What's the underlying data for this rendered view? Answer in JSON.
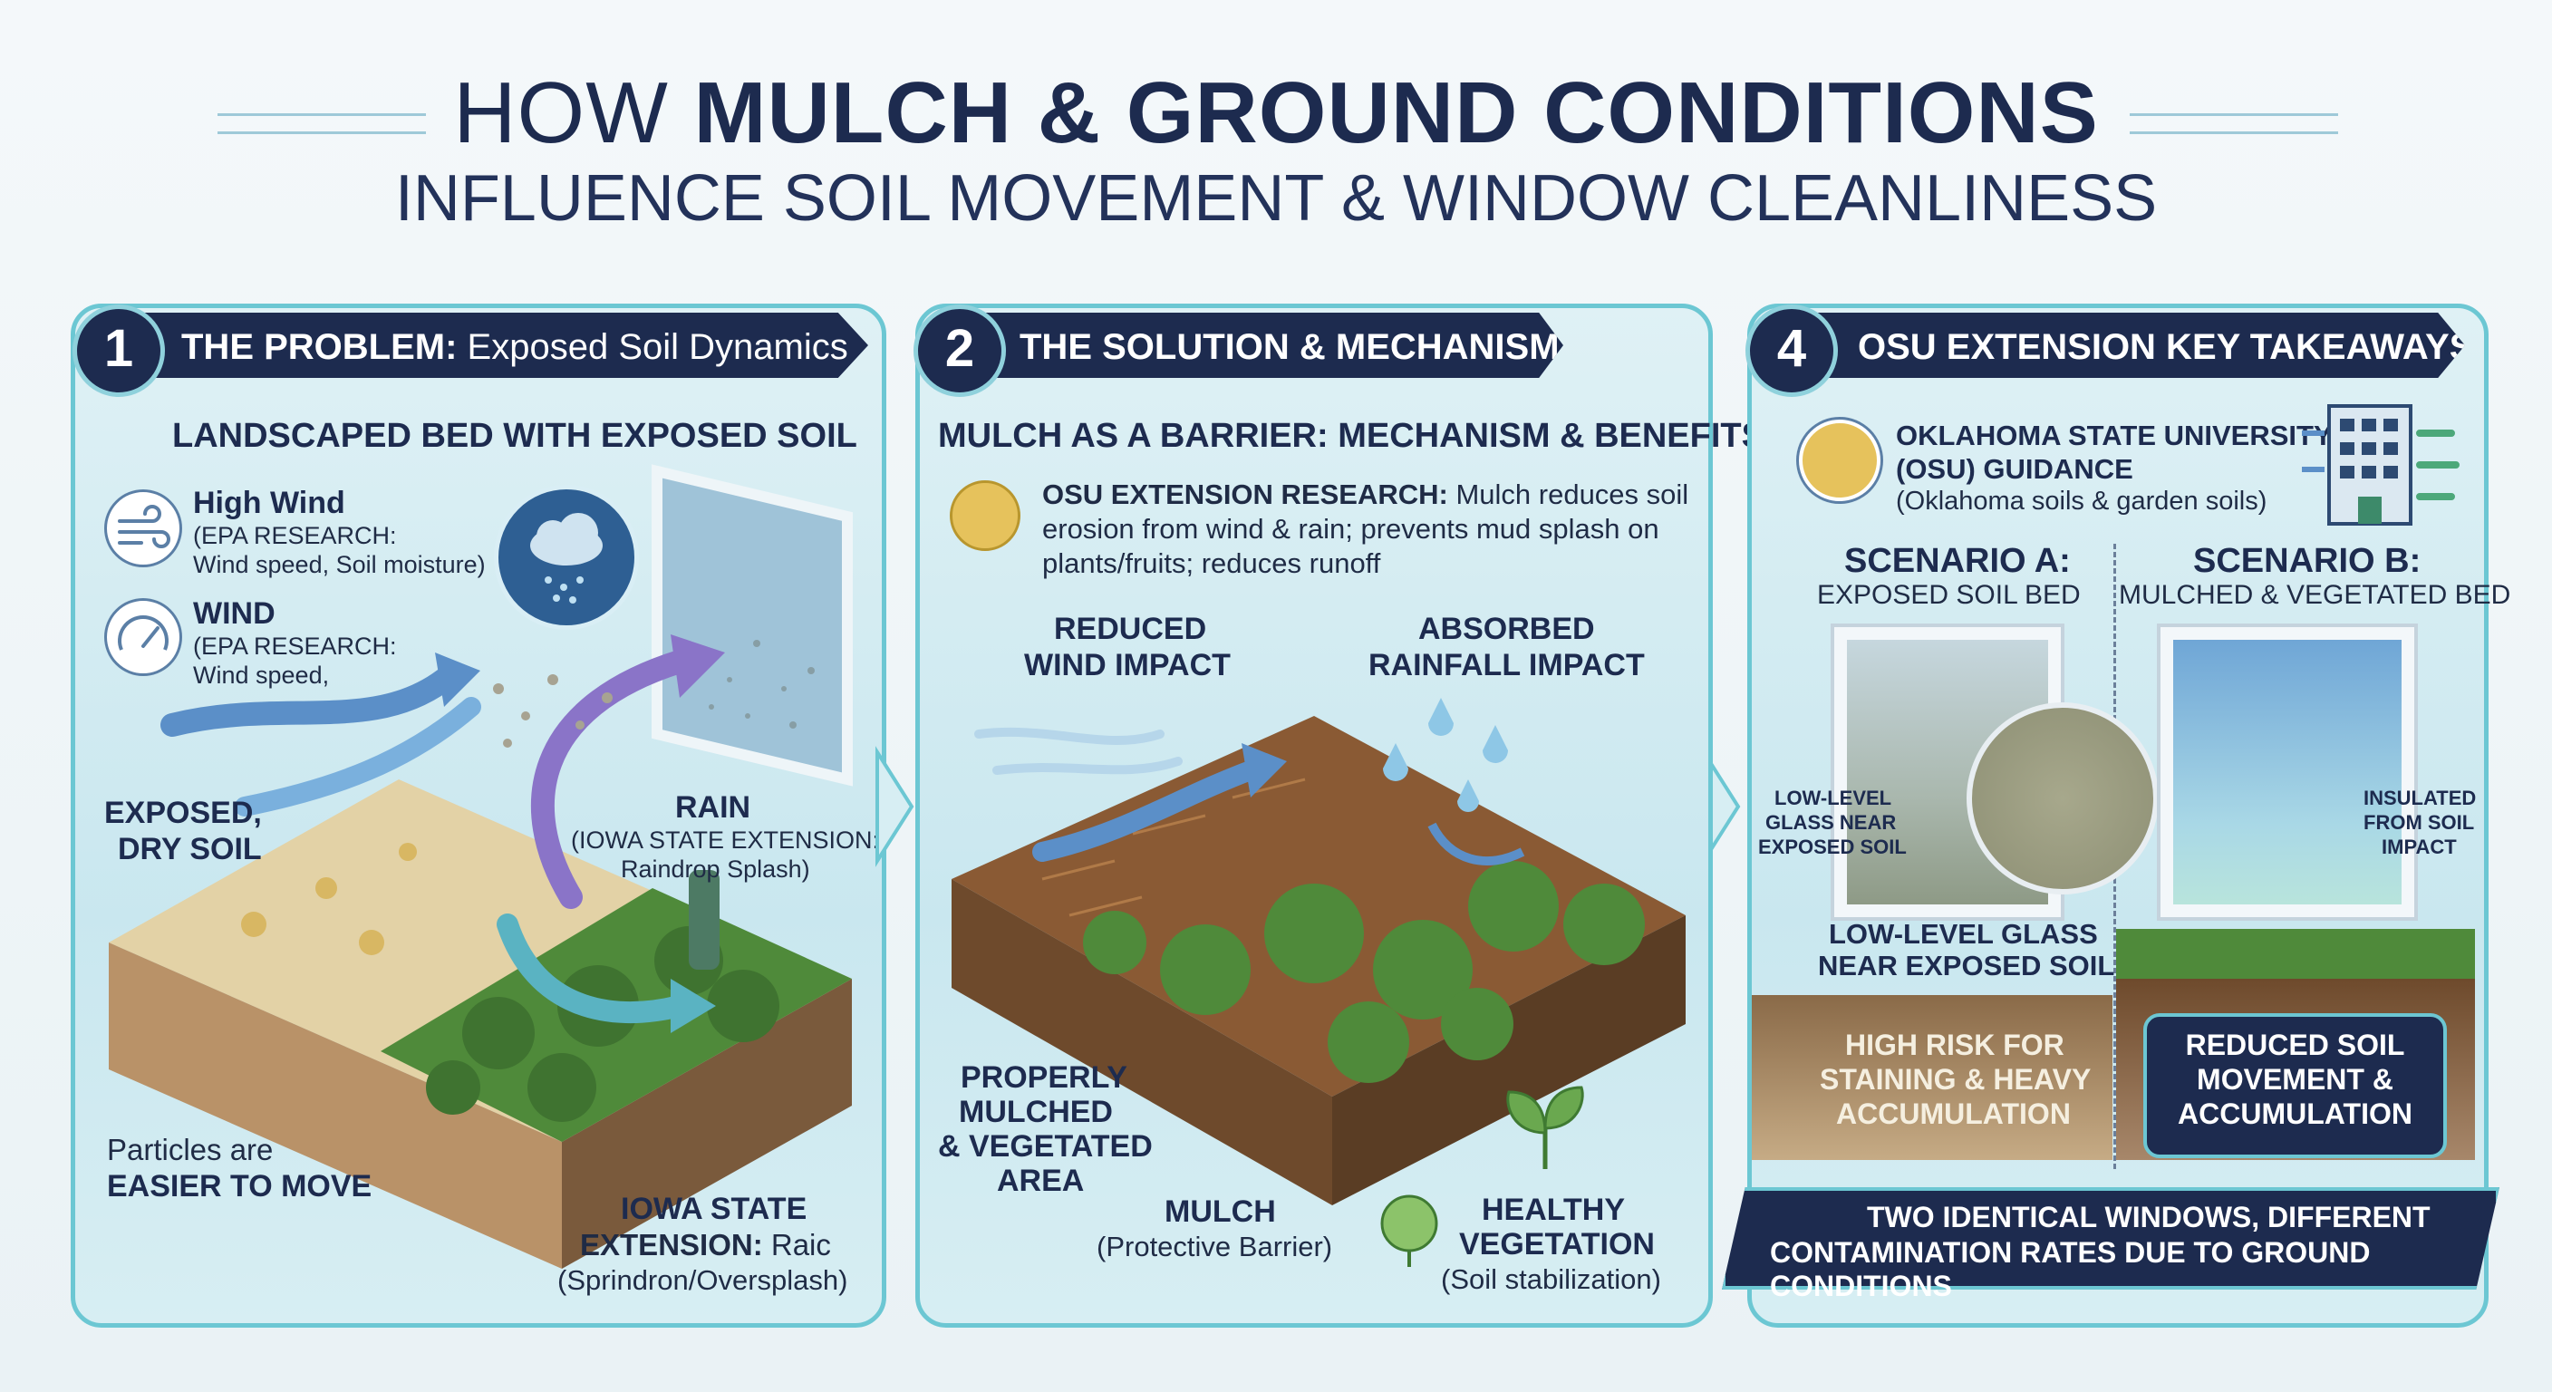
{
  "title": {
    "line1_normal": "HOW ",
    "line1_bold": "MULCH & GROUND CONDITIONS",
    "line2": "INFLUENCE SOIL MOVEMENT & WINDOW CLEANLINESS"
  },
  "panel1": {
    "number": "1",
    "header_bold": "THE PROBLEM:",
    "header_normal": " Exposed Soil Dynamics",
    "subtitle": "LANDSCAPED BED WITH EXPOSED SOIL",
    "high_wind_title": "High Wind",
    "high_wind_line1": "(EPA RESEARCH:",
    "high_wind_line2": "Wind speed, Soil moisture)",
    "wind_title": "WIND",
    "wind_line1": "(EPA RESEARCH:",
    "wind_line2": "Wind speed,",
    "exposed_line1": "EXPOSED,",
    "exposed_line2": "DRY SOIL",
    "rain_title": "RAIN",
    "rain_line1": "(IOWA STATE EXTENSION:",
    "rain_line2": "Raindrop Splash)",
    "particles_line1": "Particles are",
    "particles_line2": "EASIER TO MOVE",
    "iowa_line1": "IOWA STATE",
    "iowa_line2_bold": "EXTENSION:",
    "iowa_line2_normal": " Raic",
    "iowa_line3": "(Sprindron/Oversplash)"
  },
  "panel2": {
    "number": "2",
    "header": "THE SOLUTION & MECHANISM",
    "subtitle": "MULCH AS A BARRIER: MECHANISM & BENEFITS",
    "research_bold": "OSU EXTENSION RESEARCH:",
    "research_line1": " Mulch reduces soil",
    "research_line2": "erosion from wind & rain; prevents mud splash on",
    "research_line3": "plants/fruits; reduces runoff",
    "reduced_line1": "REDUCED",
    "reduced_line2": "WIND IMPACT",
    "absorbed_line1": "ABSORBED",
    "absorbed_line2": "RAINFALL IMPACT",
    "properly_line1": "PROPERLY",
    "properly_line2": "MULCHED",
    "properly_line3": "& VEGETATED",
    "properly_line4": "AREA",
    "mulch_title": "MULCH",
    "mulch_sub": "(Protective Barrier)",
    "healthy_line1": "HEALTHY",
    "healthy_line2": "VEGETATION",
    "healthy_sub": "(Soil stabilization)"
  },
  "panel4": {
    "number": "4",
    "header": "OSU EXTENSION KEY TAKEAWAYS",
    "osu_line1": "OKLAHOMA STATE UNIVERSITY",
    "osu_line2": "(OSU) GUIDANCE",
    "osu_line3": "(Oklahoma soils & garden soils)",
    "scenA_title": "SCENARIO A:",
    "scenA_sub": "EXPOSED SOIL BED",
    "scenB_title": "SCENARIO B:",
    "scenB_sub": "MULCHED & VEGETATED BED",
    "lowlevel_line1": "LOW-LEVEL",
    "lowlevel_line2": "GLASS NEAR",
    "lowlevel_line3": "EXPOSED SOIL",
    "insulated_line1": "INSULATED",
    "insulated_line2": "FROM SOIL",
    "insulated_line3": "IMPACT",
    "lowglass_line1": "LOW-LEVEL GLASS",
    "lowglass_line2": "NEAR EXPOSED SOIL",
    "highrisk_line1": "HIGH RISK FOR",
    "highrisk_line2": "STAINING & HEAVY",
    "highrisk_line3": "ACCUMULATION",
    "reduced_line1": "REDUCED SOIL",
    "reduced_line2": "MOVEMENT &",
    "reduced_line3": "ACCUMULATION",
    "banner_line1": "TWO IDENTICAL WINDOWS, DIFFERENT",
    "banner_line2": "CONTAMINATION RATES DUE TO GROUND CONDITIONS"
  }
}
